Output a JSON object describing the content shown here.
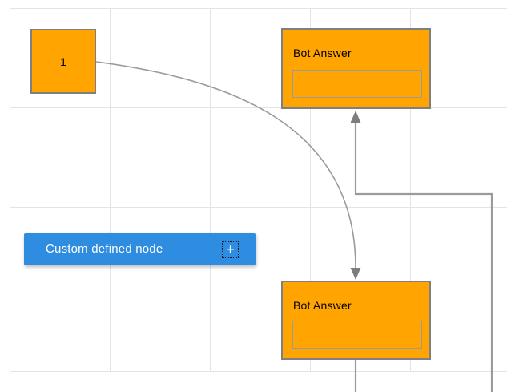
{
  "nodes": {
    "start": {
      "label": "1"
    },
    "bot_answer_top": {
      "title": "Bot Answer"
    },
    "bot_answer_bottom": {
      "title": "Bot Answer"
    },
    "custom": {
      "label": "Custom defined node",
      "add_label": "+"
    }
  },
  "icons": {
    "add": "plus-icon",
    "arrow_up": "arrowhead-up-icon",
    "arrow_down": "arrowhead-down-icon"
  },
  "colors": {
    "node_fill_orange": "#ffa400",
    "node_border_gray": "#7f7f7f",
    "inner_field_border": "#9b9b9b",
    "custom_node_blue": "#2e8de0",
    "custom_node_text": "#ffffff",
    "connector_gray": "#9b9b9b",
    "arrow_gray": "#7d7d7d",
    "grid_line": "#e4e4e4",
    "canvas_bg": "#ffffff",
    "node_text": "#000000"
  }
}
